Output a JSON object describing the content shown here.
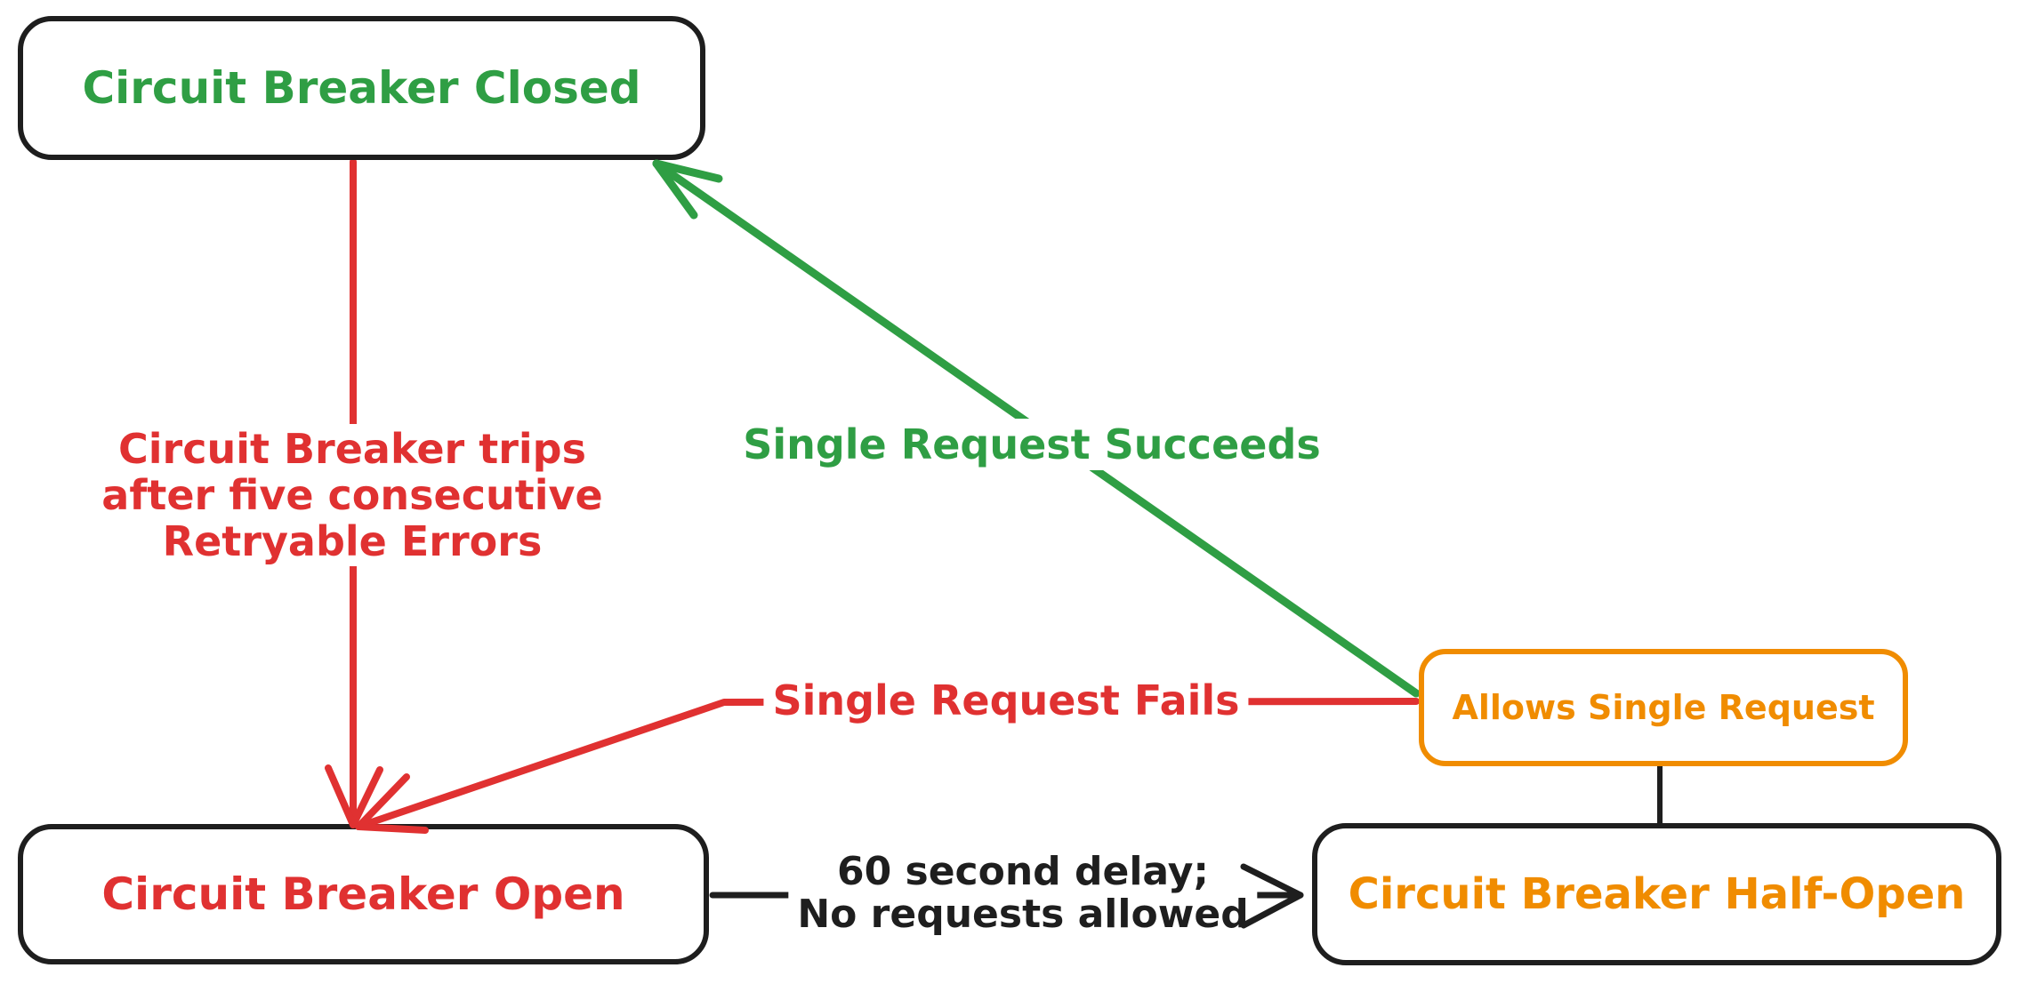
{
  "diagram": {
    "type": "state-diagram",
    "title": "Circuit Breaker state machine",
    "background": "#ffffff",
    "colors": {
      "red": "#e03131",
      "green": "#2f9e44",
      "orange": "#f08c00",
      "black": "#1e1e1e"
    },
    "nodes": {
      "closed": {
        "label": "Circuit Breaker Closed",
        "text_color": "#2f9e44",
        "border_color": "#1e1e1e"
      },
      "open": {
        "label": "Circuit Breaker Open",
        "text_color": "#e03131",
        "border_color": "#1e1e1e"
      },
      "half_open potential": null,
      "half_open": {
        "label": "Circuit Breaker Half-Open",
        "text_color": "#f08c00",
        "border_color": "#1e1e1e"
      },
      "allows": {
        "label": "Allows Single Request",
        "text_color": "#f08c00",
        "border_color": "#f08c00"
      }
    },
    "edges": {
      "trip": {
        "from": "closed",
        "to": "open",
        "color": "#e03131",
        "lines": [
          "Circuit Breaker trips",
          "after five consecutive",
          "Retryable Errors"
        ]
      },
      "succeed": {
        "from": "allows",
        "to": "closed",
        "color": "#2f9e44",
        "label": "Single Request Succeeds"
      },
      "fail": {
        "from": "allows",
        "to": "open",
        "color": "#e03131",
        "label": "Single Request Fails"
      },
      "delay": {
        "from": "open",
        "to": "half_open",
        "color": "#1e1e1e",
        "lines": [
          "60 second delay;",
          "No requests allowed"
        ]
      },
      "stub": {
        "from": "allows",
        "to": "half_open",
        "color": "#1e1e1e",
        "label": ""
      }
    }
  }
}
